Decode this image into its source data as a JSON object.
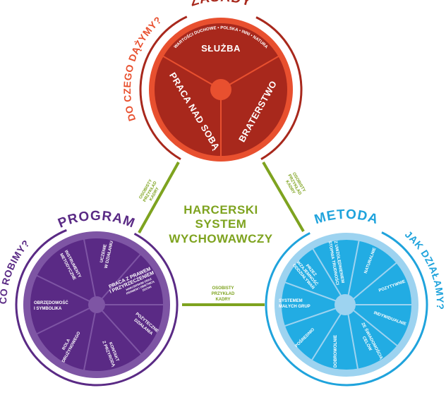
{
  "center": {
    "lines": [
      "HARCERSKI",
      "SYSTEM",
      "WYCHOWAWCZY"
    ],
    "link_label": [
      "OSOBISTY",
      "PRZYKŁAD",
      "KADRY"
    ]
  },
  "zasady": {
    "title": "ZASADY",
    "question": "DO CZEGO DĄŻYMY?",
    "values": "WARTOŚCI DUCHOWE • POLSKA • INNI • NATURA",
    "segments": [
      "SŁUŻBA",
      "PRACA NAD SOBĄ",
      "BRATERSTWO"
    ]
  },
  "program": {
    "title": "PROGRAM",
    "question": "CO ROBIMY?",
    "segments": {
      "instrumenty": [
        "INSTRUMENTY",
        "METODYCZNE"
      ],
      "uczenie": [
        "UCZENIE",
        "W DZIAŁANIU"
      ],
      "praca": [
        "PRACA Z PRAWEM",
        "I PRZYRZECZENIEM",
        "HARCERSKIM ORAZ",
        "PRAWEM I OBIETNICĄ",
        "ZUCHA"
      ],
      "pozyteczne": [
        "POŻYTECZNE",
        "DZIAŁANIA"
      ],
      "kontakt": [
        "KONTAKT",
        "Z PRZYRODĄ"
      ],
      "rola": [
        "ROLA",
        "DRUŻYNOWEGO"
      ],
      "obrzedowosc": [
        "OBRZĘDOWOŚĆ",
        "I SYMBOLIKA"
      ]
    }
  },
  "metoda": {
    "title": "METODA",
    "question": "JAK DZIAŁAMY?",
    "segments": {
      "trudnosc": [
        "Z UWZGLĘDNIENIEM",
        "STOPNIA TRUDNOŚCI"
      ],
      "naturalnie": "NATURALNIE",
      "pozytywnie": "POZYTYWNIE",
      "indywidualnie": "INDYWIDUALNIE",
      "swiadomosc": [
        "ZE ŚWIADOMOŚCIĄ",
        "CELÓW"
      ],
      "dobrowolnie": "DOBROWOLNIE",
      "posrednio": "POŚREDNIO",
      "systemem": [
        "SYSTEMEM",
        "MAŁYCH GRUP"
      ],
      "wzajemnosc": [
        "PRZEZ",
        "WZAJEMNOŚĆ",
        "ODDZIAŁYWAŃ"
      ]
    }
  },
  "colors": {
    "zasady_dark": "#a8281c",
    "zasady_light": "#e8502f",
    "program_dark": "#5a2a85",
    "program_band": "#7e55a4",
    "metoda_dark": "#22ace3",
    "metoda_band": "#9dd3f0",
    "metoda_ring": "#1fa3dc",
    "green": "#7ea31f"
  }
}
